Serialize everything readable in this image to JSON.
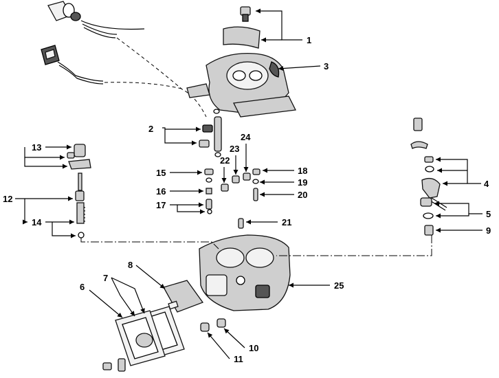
{
  "diagram": {
    "callouts": [
      {
        "key": "1",
        "text": "1"
      },
      {
        "key": "2",
        "text": "2"
      },
      {
        "key": "3",
        "text": "3"
      },
      {
        "key": "4",
        "text": "4"
      },
      {
        "key": "5",
        "text": "5"
      },
      {
        "key": "6",
        "text": "6"
      },
      {
        "key": "7",
        "text": "7"
      },
      {
        "key": "8",
        "text": "8"
      },
      {
        "key": "9",
        "text": "9"
      },
      {
        "key": "10",
        "text": "10"
      },
      {
        "key": "11",
        "text": "11"
      },
      {
        "key": "12",
        "text": "12"
      },
      {
        "key": "13",
        "text": "13"
      },
      {
        "key": "14",
        "text": "14"
      },
      {
        "key": "15",
        "text": "15"
      },
      {
        "key": "16",
        "text": "16"
      },
      {
        "key": "17",
        "text": "17"
      },
      {
        "key": "18",
        "text": "18"
      },
      {
        "key": "19",
        "text": "19"
      },
      {
        "key": "20",
        "text": "20"
      },
      {
        "key": "21",
        "text": "21"
      },
      {
        "key": "22",
        "text": "22"
      },
      {
        "key": "23",
        "text": "23"
      },
      {
        "key": "24",
        "text": "24"
      },
      {
        "key": "25",
        "text": "25"
      }
    ]
  }
}
